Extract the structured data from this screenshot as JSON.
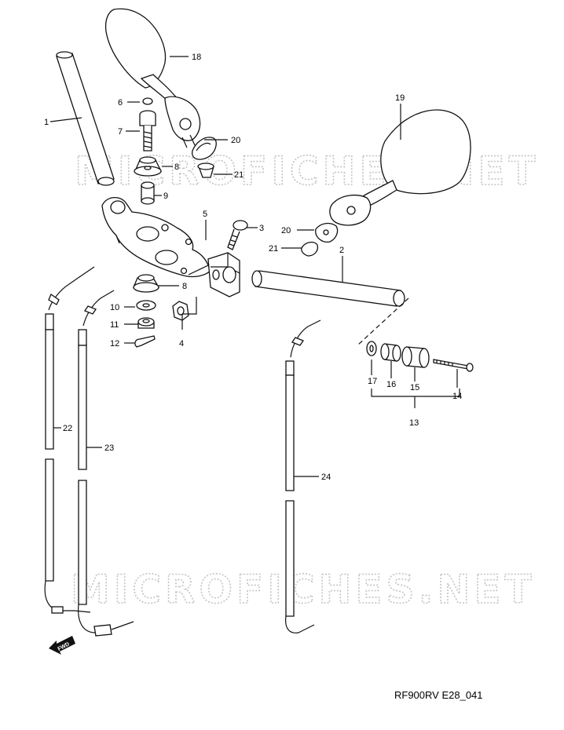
{
  "diagram": {
    "code": "RF900RV E28_041",
    "fwd": "FWD",
    "watermark": "MICROFICHES.NET",
    "callouts": [
      "1",
      "2",
      "3",
      "4",
      "5",
      "6",
      "7",
      "8",
      "8",
      "9",
      "10",
      "11",
      "12",
      "13",
      "14",
      "15",
      "16",
      "17",
      "18",
      "19",
      "20",
      "20",
      "21",
      "21",
      "22",
      "23",
      "24"
    ]
  }
}
